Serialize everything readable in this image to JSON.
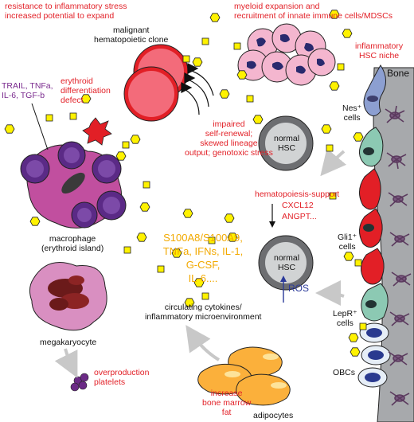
{
  "labels": {
    "resistance": [
      "resistance to inflammatory stress",
      "increased potential to expand"
    ],
    "malignant_clone": [
      "malignant",
      "hematopoietic clone"
    ],
    "myeloid": [
      "myeloid expansion and",
      "recruitment of innate immune cells/MDSCs"
    ],
    "inflammatory_niche": [
      "inflammatory",
      "HSC niche"
    ],
    "bone": "Bone",
    "trail": [
      "TRAIL, TNFa,",
      "IL-6, TGF-b"
    ],
    "erythroid_defect": [
      "erythroid",
      "differentiation",
      "defect"
    ],
    "nes_cells": [
      "Nes⁺",
      "cells"
    ],
    "impaired": [
      "impaired",
      "self-renewal;",
      "skewed lineage",
      "output; genotoxic stress"
    ],
    "normal_hsc": [
      "normal",
      "HSC"
    ],
    "hematopoiesis_support": "hematopoiesis-support",
    "cxcl12": "CXCL12",
    "angpt": "ANGPT...",
    "macrophage": [
      "macrophage",
      "(erythroid island)"
    ],
    "gli1_cells": [
      "Gli1⁺",
      "cells"
    ],
    "cytokines_list": [
      "S100A8/S100A9,",
      "TNFa, IFNs, IL-1,",
      "G-CSF,",
      "IL-6...."
    ],
    "ros": "ROS",
    "lepr_cells": [
      "LepR⁺",
      "cells"
    ],
    "circulating": [
      "circulating cytokines/",
      "inflammatory microenvironment"
    ],
    "megakaryocyte": "megakaryocyte",
    "overproduction": [
      "overproduction",
      "platelets"
    ],
    "obcs": "OBCs",
    "increase_fat": [
      "increase",
      "bone marrow",
      "fat"
    ],
    "adipocytes": "adipocytes"
  },
  "colors": {
    "red_text": "#e21f26",
    "purple_text": "#7a2a8e",
    "yellow_text": "#f2a900",
    "blue_text": "#2b3a9a",
    "bone": "#a7a9ac",
    "hexagon": "#fff200",
    "malignant_cell": "#ee3b4d",
    "hsc_fill": "#6d6e71",
    "macrophage": "#c14f9f",
    "erythroblast": "#5b2a86",
    "megakaryocyte": "#d98fc1",
    "adipocyte": "#fbb03b",
    "myeloid_cell": "#f4b6cf"
  }
}
